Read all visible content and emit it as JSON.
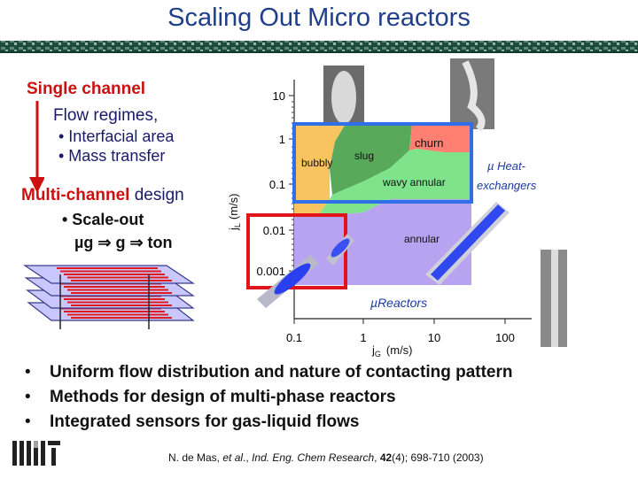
{
  "slide": {
    "title": "Scaling Out Micro reactors",
    "single_channel": "Single channel",
    "flow_regimes": "Flow regimes,",
    "sub_bullets": [
      "• Interfacial area",
      "• Mass transfer"
    ],
    "multi_channel": "Multi-channel",
    "design": "design",
    "scale_out": "• Scale-out",
    "scale_chain": "µg  ⇒  g  ⇒  ton",
    "bottom_bullets": [
      "Uniform flow distribution and nature of contacting pattern",
      "Methods for design of multi-phase reactors",
      "Integrated sensors for gas-liquid flows"
    ],
    "bullet_glyph": "•",
    "citation_authors": "N. de Mas, ",
    "citation_etal": "et al",
    "citation_dot": "., ",
    "citation_journal": "Ind. Eng. Chem  Research",
    "citation_comma": ", ",
    "citation_volume": "42",
    "citation_rest": "(4); 698-710 (2003)",
    "logo_text": "MIT"
  },
  "map": {
    "y_axis_label": "j",
    "y_axis_sub": "L",
    "y_axis_unit": "(m/s)",
    "x_axis_label": "j",
    "x_axis_sub": "G",
    "x_axis_unit": "(m/s)",
    "y_ticks": [
      "10",
      "1",
      "0.1",
      "0.01",
      "0.001"
    ],
    "x_ticks": [
      "0.1",
      "1",
      "10",
      "100"
    ],
    "regions": {
      "bubbly": "bubbly",
      "slug": "slug",
      "churn": "churn",
      "wavy_annular": "wavy annular",
      "annular": "annular"
    },
    "heat_exchangers": "µ Heat-\nexchangers",
    "heat_line1": "µ Heat-",
    "heat_line2": "exchangers",
    "micro_reactors": "µReactors",
    "colors": {
      "bubbly": "#f7c460",
      "slug": "#58aa5a",
      "churn": "#ff7f70",
      "wavy_annular": "#7ee38a",
      "annular": "#b7a3ef",
      "box_blue": "#2f6fe8",
      "box_red": "#e0141a"
    }
  }
}
